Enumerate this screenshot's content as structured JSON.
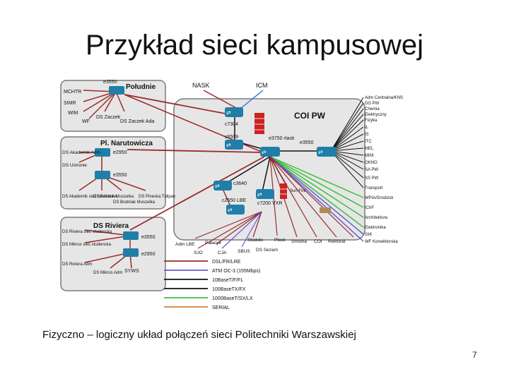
{
  "slide": {
    "title": "Przykład sieci kampusowej",
    "caption": "Fizyczno – logiczny układ połączeń sieci Politechniki Warszawskiej",
    "page_number": "7"
  },
  "diagram": {
    "colors": {
      "box_fill": "#e6e6e6",
      "box_stroke": "#7a7a7a",
      "switch_fill": "#1f7fa8",
      "link_red": "#9b2a2a",
      "link_blue": "#4a7fd6",
      "link_black": "#111111",
      "link_green": "#3dbf3d",
      "link_purple": "#6a5acd",
      "link_orange": "#d4813a",
      "firewall": "#cc2222"
    },
    "groups": {
      "poludnie": "Południe",
      "narutowicza": "Pl. Narutowicza",
      "riviera": "DS Riviera",
      "core": "COI PW"
    },
    "upstream": {
      "nask": "NASK",
      "icm": "ICM"
    },
    "poludnie_labels": [
      "MCHTR",
      "SIMR",
      "WIM",
      "WF",
      "DS Zaczek",
      "DS Zaczek Ada"
    ],
    "poludnie_switch": "e3550",
    "narutowicza_labels": [
      "DS Akademik Adm",
      "DS Ustronie",
      "DS Akademik sieć studencka",
      "DS Babilon Muszelka",
      "DS Bratniak Muszelka",
      "DS Pineska Tulipan"
    ],
    "narutowicza_switches": [
      "e2950",
      "e3550"
    ],
    "riviera_labels": [
      "DS Riviera sieć studencka",
      "DS Mikrus sieć studencka",
      "DS Riviera Adm",
      "DS Mikrus Adm",
      "SYWS"
    ],
    "riviera_switches": [
      "e3550",
      "e2950"
    ],
    "core_devices": [
      "c7304",
      "c6509",
      "e3750 rtask",
      "e3550",
      "c3640",
      "c2550 LBE",
      "c7200 VXR"
    ],
    "server_label": "Sun Fire",
    "bottom_labels": [
      "Adm LBE",
      "Pałacyk",
      "SJO",
      "CJA",
      "SBUS",
      "Stodoło",
      "Płock",
      "DS Sezam",
      "Smolna",
      "COI",
      "Rektorat"
    ],
    "right_labels": [
      "Adm Centralna/KNS",
      "DG PW",
      "Chemia",
      "Elektryczny",
      "Fizyka",
      "IL",
      "IS",
      "ITC",
      "MEL",
      "MINI",
      "OKNO",
      "SA PW",
      "SS PW",
      "Transport",
      "WPiA/Grodzisk",
      "IChF",
      "Architektura",
      "Elektronika",
      "GIK",
      "WF Konwiktorska"
    ],
    "legend": [
      {
        "label": "DSL/FR/LRE",
        "color": "#9b2a2a"
      },
      {
        "label": "ATM OC-3 (155Mbps)",
        "color": "#6a5acd"
      },
      {
        "label": "10BaseT/F/FL",
        "color": "#111111"
      },
      {
        "label": "100BaseTX/FX",
        "color": "#111111"
      },
      {
        "label": "1000BaseT/SX/LX",
        "color": "#3dbf3d"
      },
      {
        "label": "SERIAL",
        "color": "#d4813a"
      }
    ]
  }
}
